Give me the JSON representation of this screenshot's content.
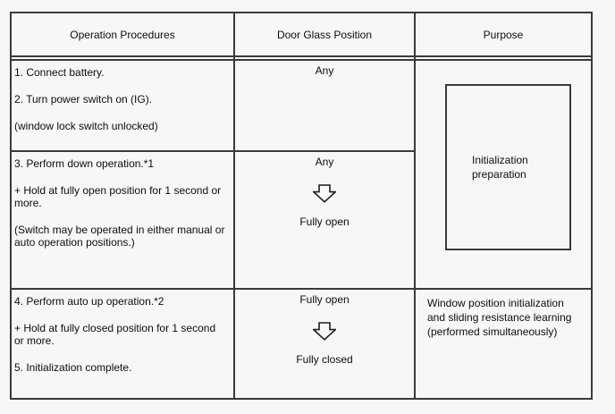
{
  "colors": {
    "page_bg": "#f6f6f6",
    "cell_bg": "#f7f7f7",
    "border": "#3a3a3a",
    "text": "#0d0d0d"
  },
  "icons": {
    "down_arrow": "hollow-block-arrow-down"
  },
  "table": {
    "header": {
      "procedures": "Operation Procedures",
      "glass_position": "Door Glass Position",
      "purpose": "Purpose"
    },
    "rows": [
      {
        "procedures": [
          "1. Connect battery.",
          "2. Turn power switch on (IG).",
          "(window lock switch unlocked)"
        ],
        "glass": {
          "start": "Any"
        }
      },
      {
        "procedures": [
          "3. Perform down operation.*1",
          "+ Hold at fully open position for 1 second or more.",
          "(Switch may be operated in either manual or auto operation positions.)"
        ],
        "glass": {
          "start": "Any",
          "end": "Fully open"
        }
      },
      {
        "procedures": [
          "4. Perform auto up operation.*2",
          "+ Hold at fully closed position for 1 second or more.",
          "5. Initialization complete."
        ],
        "glass": {
          "start": "Fully open",
          "end": "Fully closed"
        },
        "purpose": "Window position initialization and sliding resistance learning (performed simultaneously)"
      }
    ],
    "purpose_merged": "Initialization preparation"
  }
}
